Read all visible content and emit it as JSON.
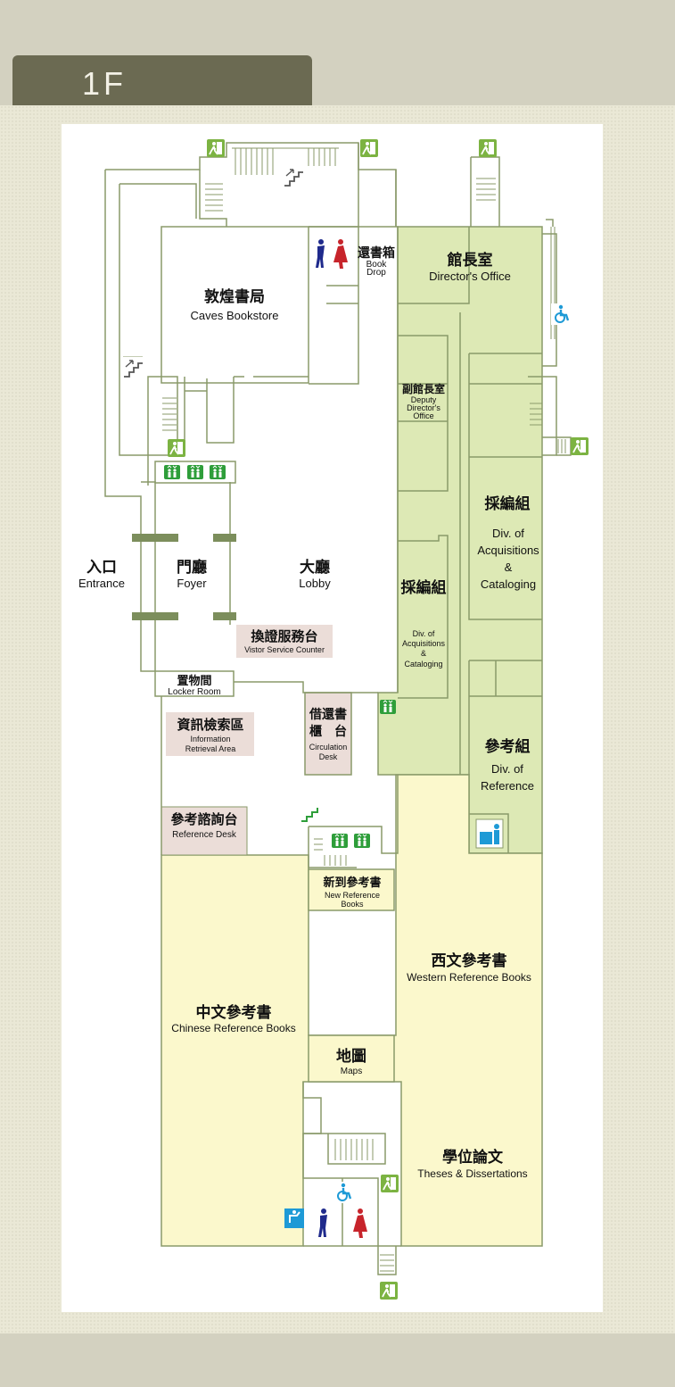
{
  "floor_label": "1F",
  "rooms": {
    "book_drop": {
      "zh": "還書箱",
      "en1": "Book",
      "en2": "Drop"
    },
    "director": {
      "zh": "館長室",
      "en": "Director's Office"
    },
    "bookstore": {
      "zh": "敦煌書局",
      "en": "Caves Bookstore"
    },
    "deputy": {
      "zh": "副館長室",
      "en1": "Deputy",
      "en2": "Director's",
      "en3": "Office"
    },
    "acq_right": {
      "zh": "採編組",
      "en1": "Div. of",
      "en2": "Acquisitions",
      "en3": "&",
      "en4": "Cataloging"
    },
    "acq_left": {
      "zh": "採編組",
      "en1": "Div. of",
      "en2": "Acquisitions",
      "en3": "&",
      "en4": "Cataloging"
    },
    "entrance": {
      "zh": "入口",
      "en": "Entrance"
    },
    "foyer": {
      "zh": "門廳",
      "en": "Foyer"
    },
    "lobby": {
      "zh": "大廳",
      "en": "Lobby"
    },
    "visitor": {
      "zh": "換證服務台",
      "en": "Vistor Service Counter"
    },
    "locker": {
      "zh": "置物間",
      "en": "Locker Room"
    },
    "info": {
      "zh": "資訊檢索區",
      "en1": "Information",
      "en2": "Retrieval Area"
    },
    "circulation": {
      "zh1": "借還書",
      "zh2": "櫃　台",
      "en1": "Circulation",
      "en2": "Desk"
    },
    "reference_div": {
      "zh": "參考組",
      "en1": "Div. of",
      "en2": "Reference"
    },
    "ref_desk": {
      "zh": "參考諮詢台",
      "en": "Reference Desk"
    },
    "new_ref": {
      "zh": "新到參考書",
      "en1": "New Reference",
      "en2": "Books"
    },
    "western": {
      "zh": "西文參考書",
      "en": "Western Reference Books"
    },
    "chinese": {
      "zh": "中文參考書",
      "en": "Chinese Reference Books"
    },
    "maps": {
      "zh": "地圖",
      "en": "Maps"
    },
    "theses": {
      "zh": "學位論文",
      "en": "Theses & Dissertations"
    }
  },
  "colors": {
    "wall": "#8a9a6a",
    "office_fill": "#dde9b5",
    "reference_fill": "#fbf8cc",
    "service_fill": "#ebddd8",
    "exit_green": "#7cb342",
    "elevator_green": "#2e9e3a",
    "accessible_blue": "#1e9ad6"
  },
  "icons": [
    "emergency-exit-icon",
    "elevator-icon",
    "wheelchair-icon",
    "restroom-icon",
    "stairs-icon",
    "information-desk-icon"
  ]
}
